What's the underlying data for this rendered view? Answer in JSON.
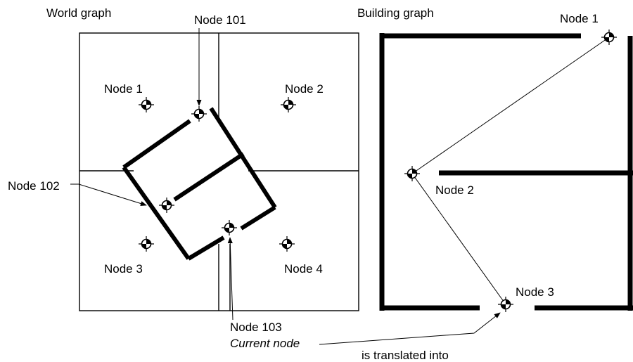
{
  "world_graph": {
    "title": "World graph",
    "nodes": {
      "n1": "Node 1",
      "n2": "Node 2",
      "n3": "Node 3",
      "n4": "Node 4",
      "n101": "Node 101",
      "n102": "Node 102",
      "n103": "Node 103"
    },
    "current_node_label": "Current node"
  },
  "building_graph": {
    "title": "Building graph",
    "nodes": {
      "n1": "Node 1",
      "n2": "Node 2",
      "n3": "Node 3"
    }
  },
  "translation_caption": "is translated into"
}
